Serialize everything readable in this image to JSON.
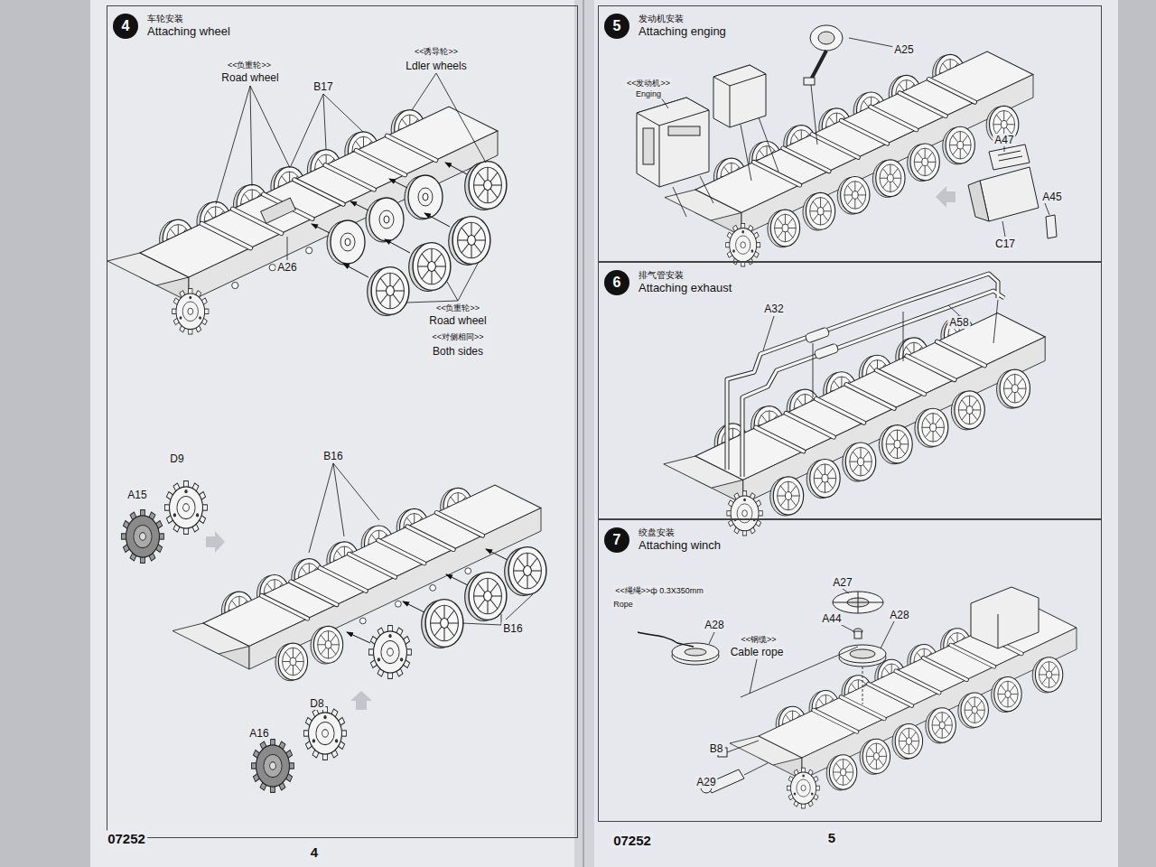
{
  "diagram": {
    "nodes": [
      {
        "text": [
          "车轮安装",
          "Attaching wheel"
        ]
      },
      {
        "text": [
          "4"
        ],
        "in": 0
      },
      {
        "text": [
          "发动机安装",
          "Attaching enging"
        ]
      },
      {
        "text": [
          "5"
        ],
        "in": 2
      },
      {
        "text": [
          "排气管安装",
          "Attaching exhaust"
        ]
      },
      {
        "text": [
          "6"
        ],
        "in": 4
      },
      {
        "text": [
          "绞盘安装",
          "Attaching winch"
        ]
      },
      {
        "text": [
          "7"
        ],
        "in": 6
      }
    ],
    "labels": [
      "<<负重轮>>",
      "Road wheel",
      "B17",
      "<<诱导轮>>",
      "Ldler wheels",
      "A26",
      "<<负重轮>>",
      "Road wheel",
      "<<对侧相同>>",
      "Both sides",
      "B16",
      "D9",
      "A15",
      "B16",
      "D8",
      "A16",
      "07252",
      "4",
      "A25",
      "<<发动机>>",
      "Enging",
      "A47",
      "A45",
      "C17",
      "A32",
      "A58",
      "<<绳绳>>ф 0.3X350mm",
      "Rope",
      "A28",
      "A27",
      "A44",
      "A28",
      "<<钢缆>>",
      "Cable rope",
      "B8",
      "A29",
      "07252",
      "5"
    ]
  }
}
